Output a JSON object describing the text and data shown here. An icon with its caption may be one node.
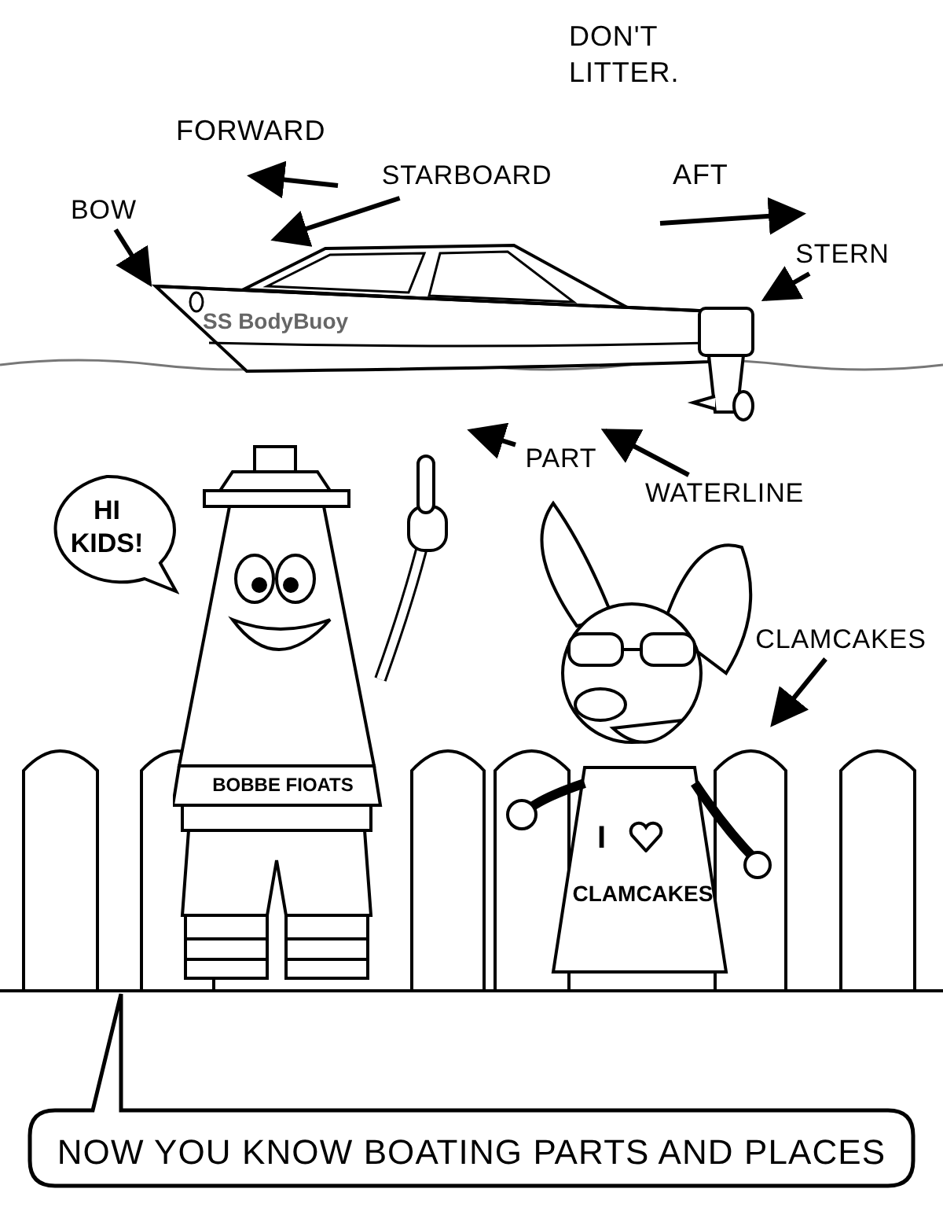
{
  "diagram": {
    "nodes": [
      {
        "text": [
          "BOW"
        ]
      },
      {
        "text": [
          "STARBOARD"
        ]
      },
      {
        "text": [
          "STERN"
        ]
      },
      {
        "text": [
          "PART"
        ]
      },
      {
        "text": [
          "WATERLINE"
        ]
      },
      {
        "text": [
          "CLAMCAKES"
        ]
      },
      {
        "text": [
          "SS BodyBuoy"
        ]
      },
      {
        "text": [
          "HI KIDS!"
        ]
      },
      {
        "text": [
          "BOBBE FIOATS"
        ]
      },
      {
        "text": [
          "I",
          "CLAMCAKES"
        ]
      },
      {
        "text": [
          "NOW YOU KNOW BOATING PARTS AND PLACES"
        ]
      }
    ],
    "edges": [
      {
        "from": 0,
        "to": 6,
        "arrow": "to"
      },
      {
        "from": 1,
        "to": 6,
        "arrow": "to"
      },
      {
        "from": 2,
        "to": 6,
        "arrow": "to"
      },
      {
        "from": 3,
        "to": 6,
        "arrow": "to"
      },
      {
        "from": 4,
        "to": 6,
        "arrow": "to"
      },
      {
        "from": 5,
        "to": 9,
        "arrow": "to"
      }
    ],
    "labels": [
      "DON'T LITTER.",
      "FORWARD",
      "AFT"
    ]
  }
}
